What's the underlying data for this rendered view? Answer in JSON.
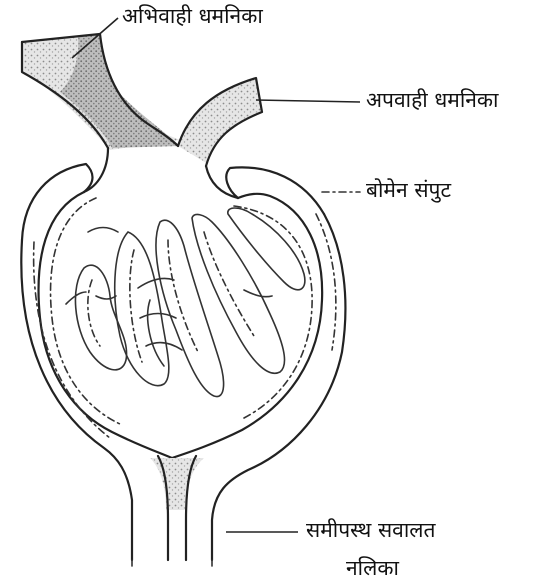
{
  "labels": {
    "afferent_arteriole": "अभिवाही धमनिका",
    "efferent_arteriole": "अपवाही धमनिका",
    "bowman_capsule": "बोमेन संपुट",
    "proximal_tubule_line1": "समीपस्थ सवालत",
    "proximal_tubule_line2": "नलिका"
  },
  "colors": {
    "ink": "#222222",
    "vessel_fill": "#dcdcdc",
    "vessel_dark": "#b8b8b8",
    "stipple": "#9a9a9a"
  }
}
